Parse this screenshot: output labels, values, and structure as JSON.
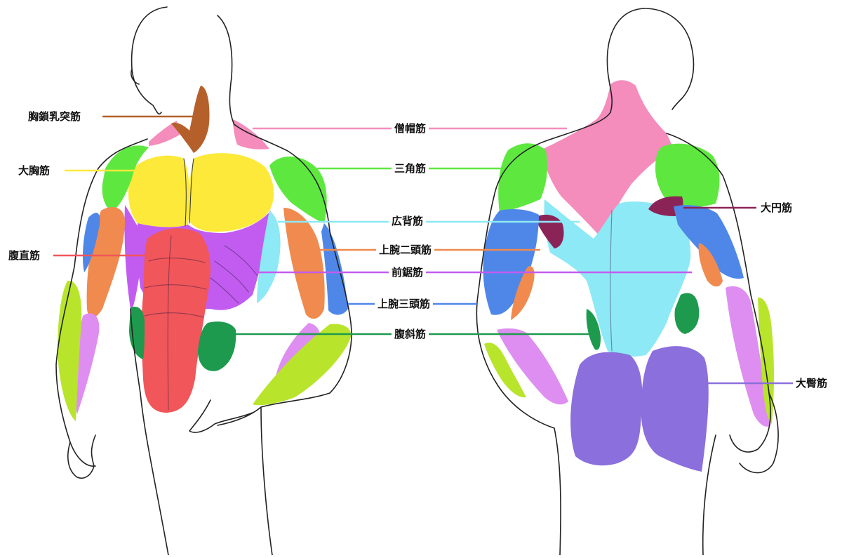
{
  "labels": {
    "scm": "胸鎖乳突筋",
    "trapezius": "僧帽筋",
    "pectoralis": "大胸筋",
    "deltoid": "三角筋",
    "teres_major": "大円筋",
    "latissimus": "広背筋",
    "rectus_abdominis": "腹直筋",
    "biceps": "上腕二頭筋",
    "serratus": "前鋸筋",
    "triceps": "上腕三頭筋",
    "oblique": "腹斜筋",
    "gluteus": "大臀筋"
  },
  "colors": {
    "scm": "#b5602a",
    "trapezius": "#f48cbc",
    "pectoralis": "#fde93a",
    "deltoid": "#5ee83f",
    "teres_major": "#8b2456",
    "latissimus": "#8de9f5",
    "rectus_abdominis": "#f0565a",
    "biceps": "#f08a4e",
    "serratus": "#c25cf0",
    "triceps": "#4f87e8",
    "oblique": "#1e9a4e",
    "gluteus": "#8b6fdc",
    "forearm_flexor": "#de8ef0",
    "forearm_extensor": "#b8e52c"
  }
}
